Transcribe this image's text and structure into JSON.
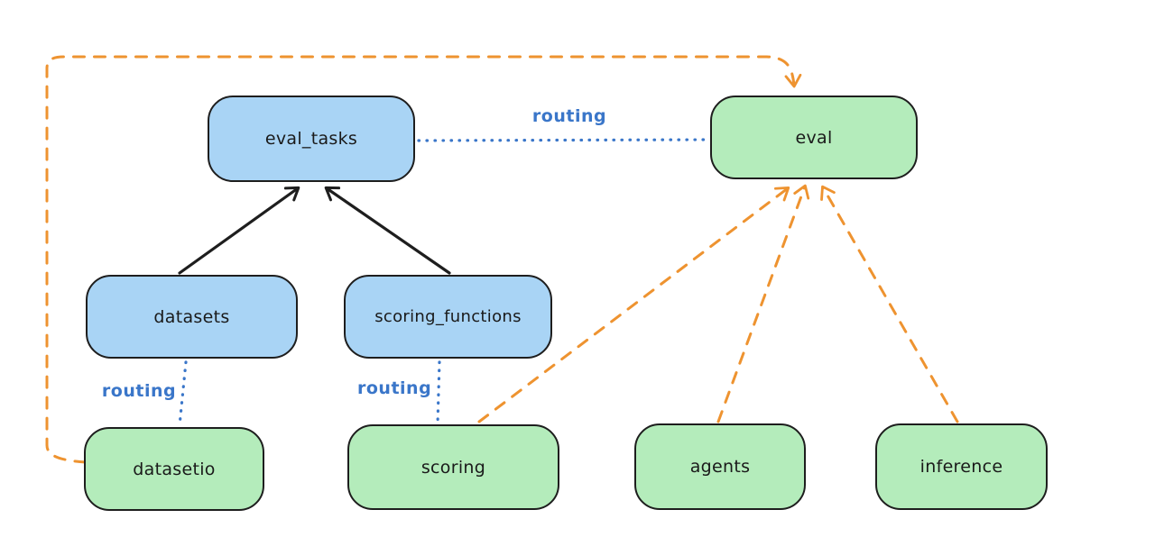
{
  "diagram": {
    "background": "#ffffff",
    "colors": {
      "node_blue_fill": "#a9d4f5",
      "node_green_fill": "#b4ecbb",
      "node_border": "#1e1e1e",
      "black_edge": "#1e1e1e",
      "blue_edge": "#3a76c9",
      "orange_edge": "#ee9330"
    },
    "nodes": [
      {
        "id": "eval_tasks",
        "label": "eval_tasks",
        "color": "blue"
      },
      {
        "id": "eval",
        "label": "eval",
        "color": "green"
      },
      {
        "id": "datasets",
        "label": "datasets",
        "color": "blue"
      },
      {
        "id": "scoring_functions",
        "label": "scoring_functions",
        "color": "blue"
      },
      {
        "id": "datasetio",
        "label": "datasetio",
        "color": "green"
      },
      {
        "id": "scoring",
        "label": "scoring",
        "color": "green"
      },
      {
        "id": "agents",
        "label": "agents",
        "color": "green"
      },
      {
        "id": "inference",
        "label": "inference",
        "color": "green"
      }
    ],
    "edges": [
      {
        "from": "datasets",
        "to": "eval_tasks",
        "style": "solid",
        "arrow": true,
        "color": "#1e1e1e",
        "label": ""
      },
      {
        "from": "scoring_functions",
        "to": "eval_tasks",
        "style": "solid",
        "arrow": true,
        "color": "#1e1e1e",
        "label": ""
      },
      {
        "from": "eval_tasks",
        "to": "eval",
        "style": "dotted",
        "arrow": false,
        "color": "#3a76c9",
        "label": "routing"
      },
      {
        "from": "datasets",
        "to": "datasetio",
        "style": "dotted",
        "arrow": false,
        "color": "#3a76c9",
        "label": "routing"
      },
      {
        "from": "scoring_functions",
        "to": "scoring",
        "style": "dotted",
        "arrow": false,
        "color": "#3a76c9",
        "label": "routing"
      },
      {
        "from": "datasetio",
        "to": "eval",
        "style": "dashed",
        "arrow": true,
        "color": "#ee9330",
        "label": ""
      },
      {
        "from": "scoring",
        "to": "eval",
        "style": "dashed",
        "arrow": true,
        "color": "#ee9330",
        "label": ""
      },
      {
        "from": "agents",
        "to": "eval",
        "style": "dashed",
        "arrow": true,
        "color": "#ee9330",
        "label": ""
      },
      {
        "from": "inference",
        "to": "eval",
        "style": "dashed",
        "arrow": true,
        "color": "#ee9330",
        "label": ""
      }
    ]
  }
}
